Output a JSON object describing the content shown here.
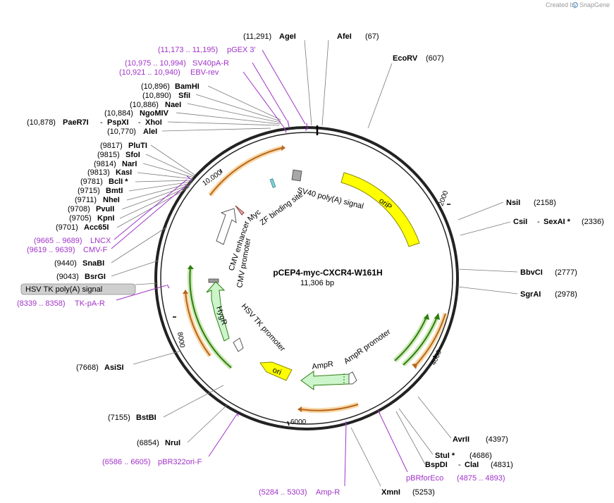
{
  "credit": {
    "prefix": "Created by",
    "brand": "SnapGene"
  },
  "plasmid": {
    "name": "pCEP4-myc-CXCR4-W161H",
    "size": "11,306 bp"
  },
  "ticks": [
    "2000",
    "4000",
    "6000",
    "8000",
    "10,000"
  ],
  "sites_top": [
    {
      "pos": "(11,291)",
      "name": "AgeI"
    },
    {
      "pos": "(67)",
      "name": "AfeI"
    },
    {
      "pos": "(607)",
      "name": "EcoRV"
    }
  ],
  "sites_left": [
    {
      "pos": "(10,896)",
      "name": "BamHI"
    },
    {
      "pos": "(10,890)",
      "name": "SfiI"
    },
    {
      "pos": "(10,886)",
      "name": "NaeI"
    },
    {
      "pos": "(10,884)",
      "name": "NgoMIV"
    },
    {
      "pos": "(10,878)",
      "name": "PaeR7I",
      "name2": "PspXI",
      "name3": "XhoI"
    },
    {
      "pos": "(10,770)",
      "name": "AleI"
    },
    {
      "pos": "(9817)",
      "name": "PluTI"
    },
    {
      "pos": "(9815)",
      "name": "SfoI"
    },
    {
      "pos": "(9814)",
      "name": "NarI"
    },
    {
      "pos": "(9813)",
      "name": "KasI"
    },
    {
      "pos": "(9781)",
      "name": "BclI *"
    },
    {
      "pos": "(9715)",
      "name": "BmtI"
    },
    {
      "pos": "(9711)",
      "name": "NheI"
    },
    {
      "pos": "(9708)",
      "name": "PvuII"
    },
    {
      "pos": "(9705)",
      "name": "KpnI"
    },
    {
      "pos": "(9701)",
      "name": "Acc65I"
    },
    {
      "pos": "(9440)",
      "name": "SnaBI"
    },
    {
      "pos": "(9043)",
      "name": "BsrGI"
    },
    {
      "pos": "(7668)",
      "name": "AsiSI"
    },
    {
      "pos": "(7155)",
      "name": "BstBI"
    },
    {
      "pos": "(6854)",
      "name": "NruI"
    }
  ],
  "sites_right": [
    {
      "pos": "(2158)",
      "name": "NsiI"
    },
    {
      "pos": "(2336)",
      "name": "CsiI",
      "name2": "SexAI *"
    },
    {
      "pos": "(2777)",
      "name": "BbvCI"
    },
    {
      "pos": "(2978)",
      "name": "SgrAI"
    },
    {
      "pos": "(4397)",
      "name": "AvrII"
    },
    {
      "pos": "(4686)",
      "name": "StuI *"
    },
    {
      "pos": "(4831)",
      "name": "BspDI",
      "name2": "ClaI"
    },
    {
      "pos": "(5253)",
      "name": "XmnI"
    }
  ],
  "primers": [
    {
      "range": "(11,173 .. 11,195)",
      "name": "pGEX 3'"
    },
    {
      "range": "(10,975 .. 10,994)",
      "name": "SV40pA-R"
    },
    {
      "range": "(10,921 .. 10,940)",
      "name": "EBV-rev"
    },
    {
      "range": "(9665 .. 9689)",
      "name": "LNCX"
    },
    {
      "range": "(9619 .. 9639)",
      "name": "CMV-F"
    },
    {
      "range": "(8339 .. 8358)",
      "name": "TK-pA-R"
    },
    {
      "range": "(6586 .. 6605)",
      "name": "pBR322ori-F"
    },
    {
      "range": "(5284 .. 5303)",
      "name": "Amp-R"
    },
    {
      "name": "pBRforEco",
      "range": "(4875 .. 4893)"
    }
  ],
  "boxed_label": "HSV TK poly(A) signal",
  "features": {
    "oriP": "oriP",
    "sv40": "SV40 poly(A) signal",
    "zf": "ZF binding site",
    "myc": "Myc",
    "cmv_enh": "CMV enhancer",
    "cmv_prom": "CMV promoter",
    "hygr": "HygR",
    "hsv_prom": "HSV TK promoter",
    "ori": "ori",
    "ampr": "AmpR",
    "ampr_prom": "AmpR promoter"
  },
  "colors": {
    "backbone": "#222222",
    "orf": "#ccf5cc",
    "origin": "#ffff00",
    "promoter": "#ffffff",
    "polya": "#aaaaaa",
    "primer": "#a033c8",
    "translated_dark": "#2e7d0e",
    "translated_light": "#f0a040"
  }
}
